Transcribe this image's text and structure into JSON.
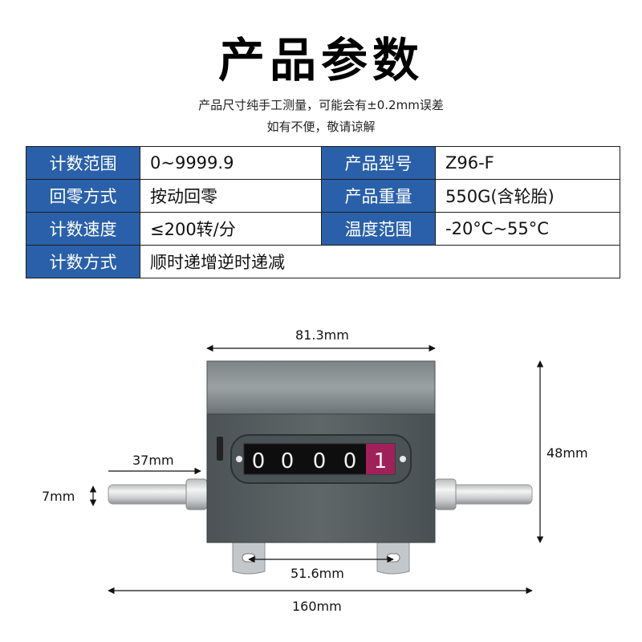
{
  "header": {
    "title": "产品参数",
    "note_line1": "产品尺寸纯手工测量，可能会有±0.2mm误差",
    "note_line2": "如有不便，敬请谅解"
  },
  "specs": {
    "rows": [
      {
        "k1": "计数范围",
        "v1": "0~9999.9",
        "k2": "产品型号",
        "v2": "Z96-F"
      },
      {
        "k1": "回零方式",
        "v1": "按动回零",
        "k2": "产品重量",
        "v2": "550G(含轮胎)"
      },
      {
        "k1": "计数速度",
        "v1": "≤200转/分",
        "k2": "温度范围",
        "v2": "-20°C~55°C"
      },
      {
        "k1": "计数方式",
        "v1": "顺时递增逆时递减"
      }
    ]
  },
  "dimensions": {
    "top_width": "81.3mm",
    "height": "48mm",
    "shaft_length": "37mm",
    "shaft_dia": "7mm",
    "mount_spacing": "51.6mm",
    "total_length": "160mm"
  },
  "counter": {
    "digits": [
      "0",
      "0",
      "0",
      "0",
      "1"
    ]
  },
  "colors": {
    "header_bg": "#2a60a9",
    "body": "#5c6467",
    "last_digit_bg": "#a0205a"
  }
}
